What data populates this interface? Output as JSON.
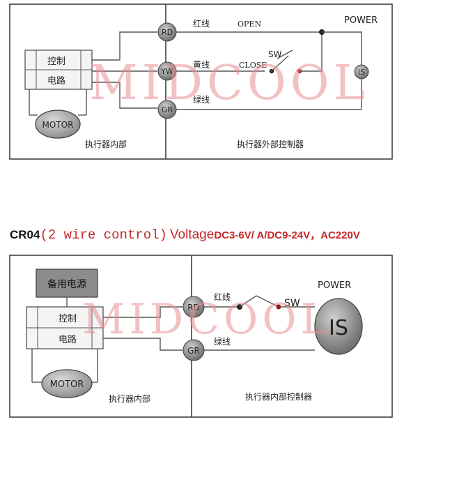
{
  "top_diagram": {
    "terminals": [
      "RD",
      "YW",
      "GR"
    ],
    "control_labels": [
      "控制",
      "电路"
    ],
    "motor_label": "MOTOR",
    "wire_labels": {
      "red": "红线",
      "yellow": "黄线",
      "green": "绿线"
    },
    "open_label": "OPEN",
    "close_label": "CLOSE",
    "switch_label": "SW",
    "power_label": "POWER",
    "source_label": "IS",
    "left_caption": "执行器内部",
    "right_caption": "执行器外部控制器"
  },
  "heading": {
    "model": "CR04",
    "mode": "(2 wire control)",
    "voltage_word": "Voltage",
    "voltage_values": "DC3-6V/ A/DC9-24V，AC220V"
  },
  "bottom_diagram": {
    "backup_power_label": "备用电源",
    "control_labels": [
      "控制",
      "电路"
    ],
    "motor_label": "MOTOR",
    "terminals": [
      "RD",
      "GR"
    ],
    "wire_labels": {
      "red": "红线",
      "green": "绿线"
    },
    "switch_label": "SW",
    "power_label": "POWER",
    "source_label": "IS",
    "left_caption": "执行器内部",
    "right_caption": "执行器内部控制器"
  },
  "watermark": "MIDCOOL",
  "colors": {
    "wire": "#555555",
    "terminal": "#888888",
    "dot_red": "#8b1a1a",
    "watermark": "#e88f94"
  }
}
